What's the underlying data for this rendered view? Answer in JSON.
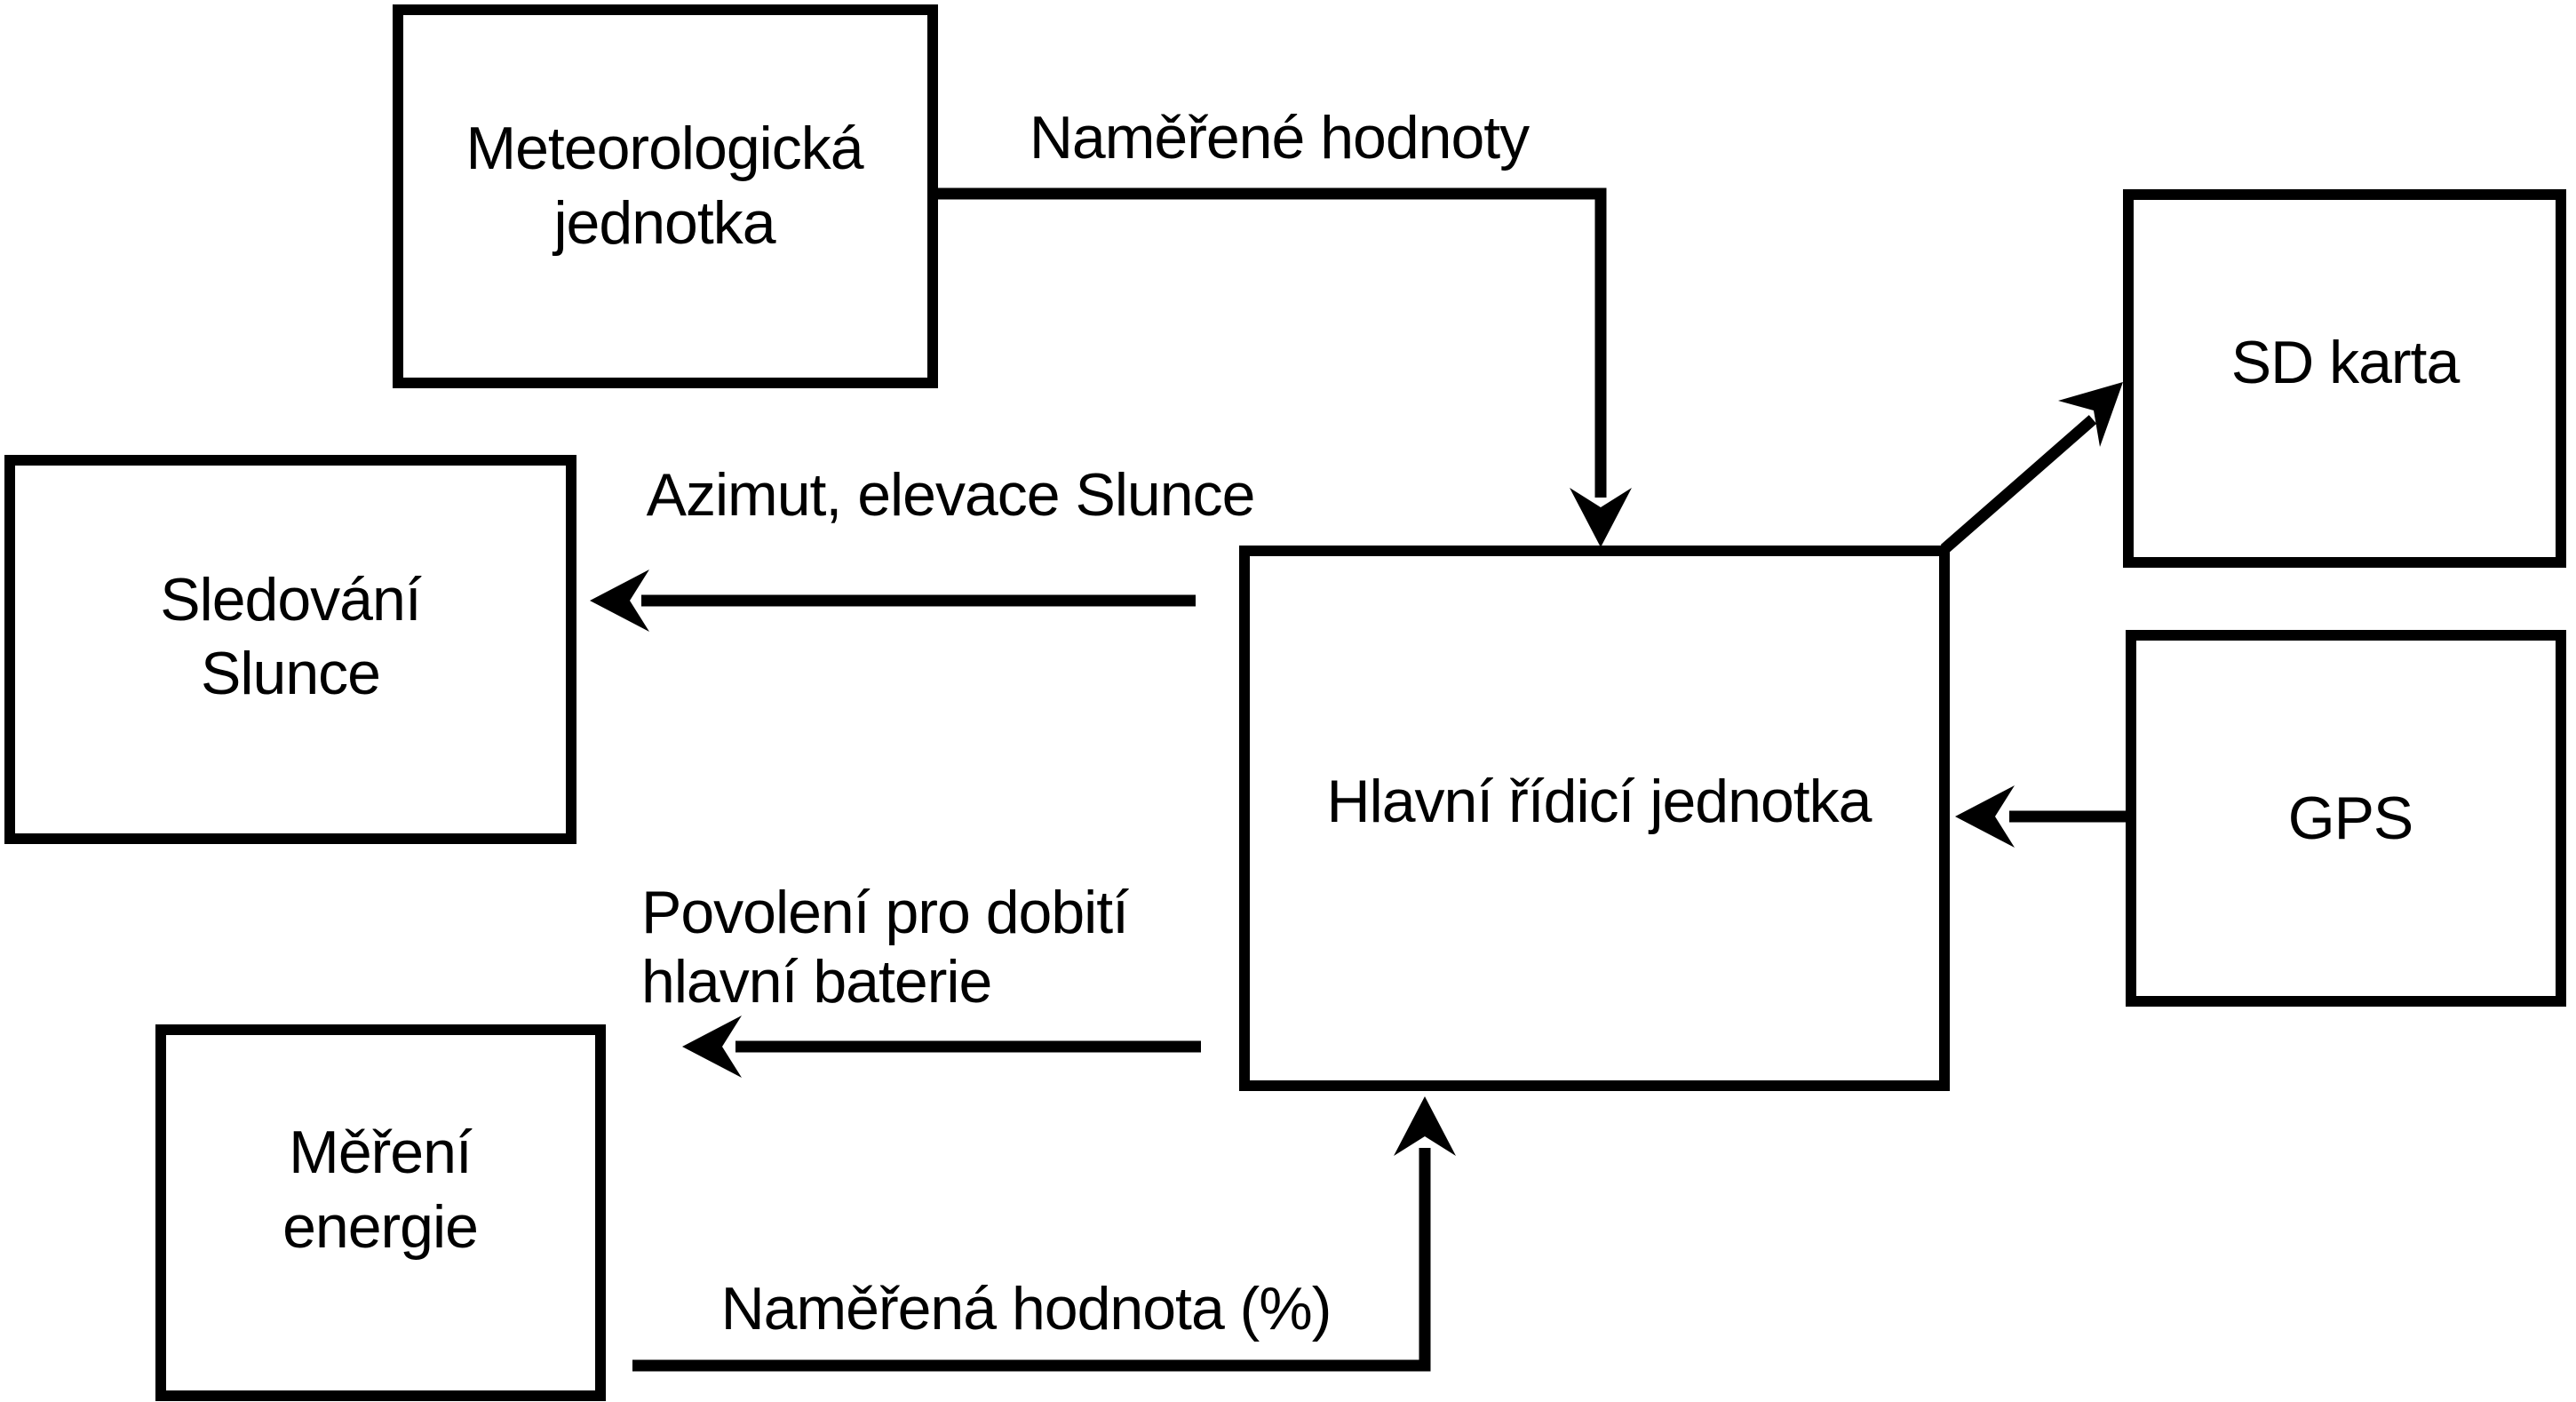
{
  "colors": {
    "line": "#000000",
    "background": "#ffffff"
  },
  "boxes": {
    "meteo": {
      "line1": "Meteorologická",
      "line2": "jednotka"
    },
    "sun_tracking": {
      "line1": "Sledování",
      "line2": "Slunce"
    },
    "energy_measurement": {
      "line1": "Měření",
      "line2": "energie"
    },
    "main_control": {
      "label": "Hlavní řídicí jednotka"
    },
    "sd_card": {
      "label": "SD karta"
    },
    "gps": {
      "label": "GPS"
    }
  },
  "arrows": {
    "measured_values": {
      "label": "Naměřené hodnoty"
    },
    "sun_position": {
      "label": "Azimut, elevace Slunce"
    },
    "charge_permission": {
      "line1": "Povolení pro dobití",
      "line2": "hlavní baterie"
    },
    "measured_percentage": {
      "label": "Naměřená hodnota (%)"
    }
  }
}
